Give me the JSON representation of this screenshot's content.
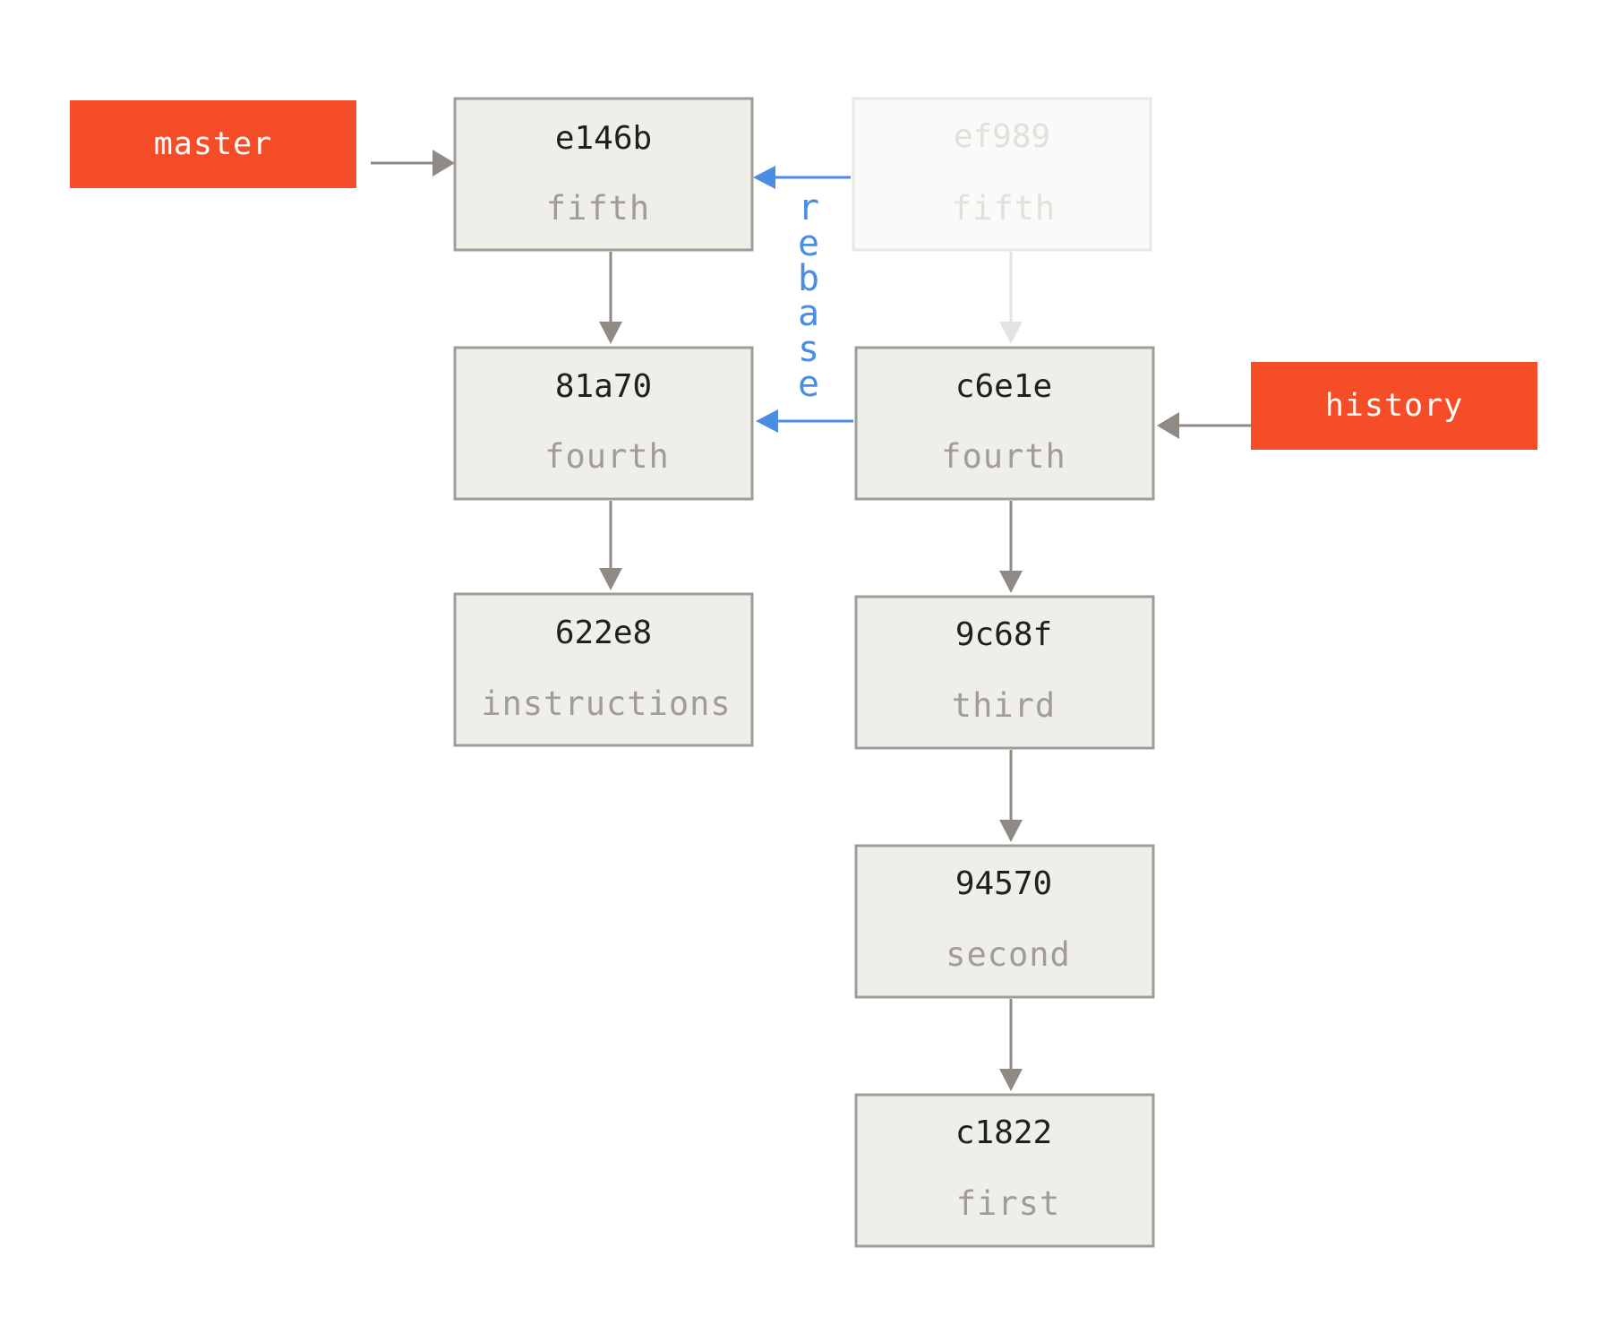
{
  "colors": {
    "commit_fill": "#efeee8",
    "commit_border": "#a09d98",
    "branch_fill": "#f44d27",
    "branch_text": "#ffffff",
    "arrow": "#8f8a84",
    "arrow_faded": "#e4e3df",
    "rebase": "#4a8de2"
  },
  "branches": {
    "master": "master",
    "history": "history"
  },
  "commits": {
    "e146b": {
      "hash": "e146b",
      "message": "fifth"
    },
    "ef989": {
      "hash": "ef989",
      "message": "fifth"
    },
    "81a70": {
      "hash": "81a70",
      "message": "fourth"
    },
    "c6e1e": {
      "hash": "c6e1e",
      "message": "fourth"
    },
    "622e8": {
      "hash": "622e8",
      "message": "instructions"
    },
    "9c68f": {
      "hash": "9c68f",
      "message": "third"
    },
    "94570": {
      "hash": "94570",
      "message": "second"
    },
    "c1822": {
      "hash": "c1822",
      "message": "first"
    }
  },
  "rebase_label": {
    "letters": [
      "r",
      "e",
      "b",
      "a",
      "s",
      "e"
    ]
  }
}
